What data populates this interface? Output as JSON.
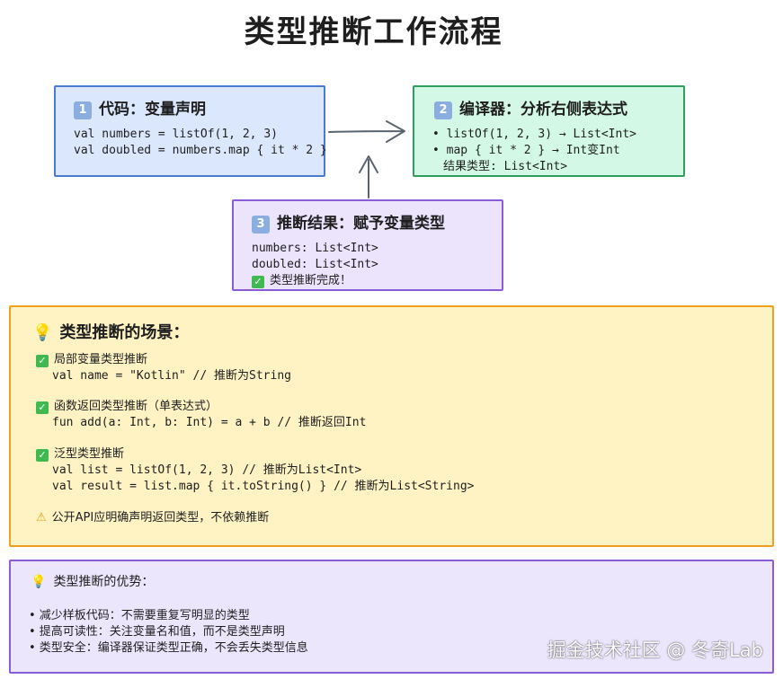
{
  "title": "类型推断工作流程",
  "box1": {
    "badge": "1",
    "heading": "代码：变量声明",
    "lines": [
      "val numbers = listOf(1, 2, 3)",
      "val doubled = numbers.map { it * 2 }"
    ]
  },
  "box2": {
    "badge": "2",
    "heading": "编译器：分析右侧表达式",
    "lines": [
      "• listOf(1, 2, 3) → List<Int>",
      "• map { it * 2 } → Int变Int",
      "结果类型: List<Int>"
    ]
  },
  "box3": {
    "badge": "3",
    "heading": "推断结果：赋予变量类型",
    "lines": [
      "numbers: List<Int>",
      "doubled: List<Int>",
      "类型推断完成！"
    ]
  },
  "scenarios": {
    "heading": "类型推断的场景：",
    "items": [
      {
        "label": "局部变量类型推断",
        "code": [
          "val name = \"Kotlin\"  // 推断为String"
        ]
      },
      {
        "label": "函数返回类型推断（单表达式）",
        "code": [
          "fun add(a: Int, b: Int) = a + b  // 推断返回Int"
        ]
      },
      {
        "label": "泛型类型推断",
        "code": [
          "val list = listOf(1, 2, 3)  // 推断为List<Int>",
          "val result = list.map { it.toString() }  // 推断为List<String>"
        ]
      }
    ],
    "warning": "公开API应明确声明返回类型，不依赖推断"
  },
  "advantages": {
    "heading": "类型推断的优势：",
    "items": [
      "• 减少样板代码：不需要重复写明显的类型",
      "• 提高可读性：关注变量名和值，而不是类型声明",
      "• 类型安全：编译器保证类型正确，不会丢失类型信息"
    ]
  },
  "watermark": "掘金技术社区 @ 冬奇Lab",
  "icons": {
    "check": "check-mark-icon",
    "warning": "warning-icon",
    "bulb": "lightbulb-icon"
  },
  "colors": {
    "box1_fill": "#dbe7fd",
    "box1_stroke": "#4a7bd0",
    "box2_fill": "#d3f8e5",
    "box2_stroke": "#2f9e5f",
    "box3_fill": "#ece3fd",
    "box3_stroke": "#8a5cd6",
    "scenarios_fill": "#fff3c4",
    "scenarios_stroke": "#f0a020",
    "advantages_fill": "#ece6fd",
    "arrow": "#5a6470"
  }
}
